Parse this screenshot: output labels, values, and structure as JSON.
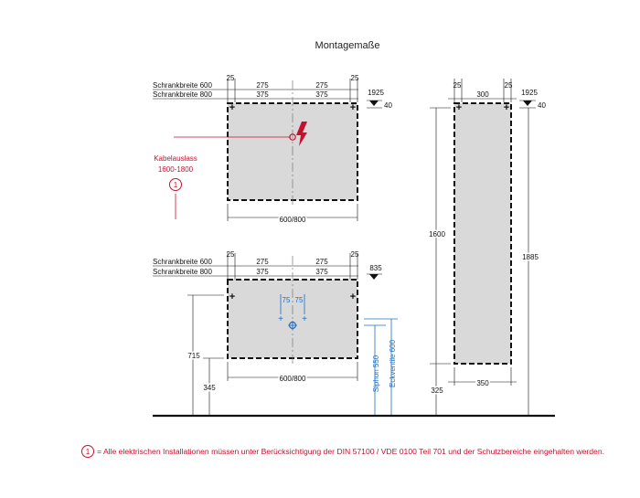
{
  "title": "Montagemaße",
  "upper_cabinet": {
    "width_label_600": "Schrankbreite 600",
    "width_label_800": "Schrankbreite 800",
    "margin_left": "25",
    "margin_right": "25",
    "seg_600_left": "275",
    "seg_600_right": "275",
    "seg_800_left": "375",
    "seg_800_right": "375",
    "height_mark": "1925",
    "offset_mark": "40",
    "width_total": "600/800"
  },
  "cable_outlet": {
    "label": "Kabelauslass",
    "range": "1600-1800",
    "note_number": "1"
  },
  "lower_cabinet": {
    "width_label_600": "Schrankbreite 600",
    "width_label_800": "Schrankbreite 800",
    "margin_left": "25",
    "margin_right": "25",
    "seg_600_left": "275",
    "seg_600_right": "275",
    "seg_800_left": "375",
    "seg_800_right": "375",
    "height_mark": "835",
    "offset_left": "75",
    "offset_right": "75",
    "height_715": "715",
    "height_345": "345",
    "width_total": "600/800",
    "siphon": "Siphon 550",
    "valves": "Eckventile 600"
  },
  "tall_cabinet": {
    "margin_left": "25",
    "margin_right": "25",
    "seg_width": "300",
    "height_mark": "1925",
    "offset_mark": "40",
    "height_1600": "1600",
    "height_1885": "1885",
    "height_325": "325",
    "width_bottom": "350"
  },
  "footnote": {
    "number": "1",
    "text": "= Alle elektrischen Installationen müssen unter Berücksichtigung der DIN 57100 / VDE 0100 Teil 701 und der Schutzbereiche eingehalten werden."
  }
}
